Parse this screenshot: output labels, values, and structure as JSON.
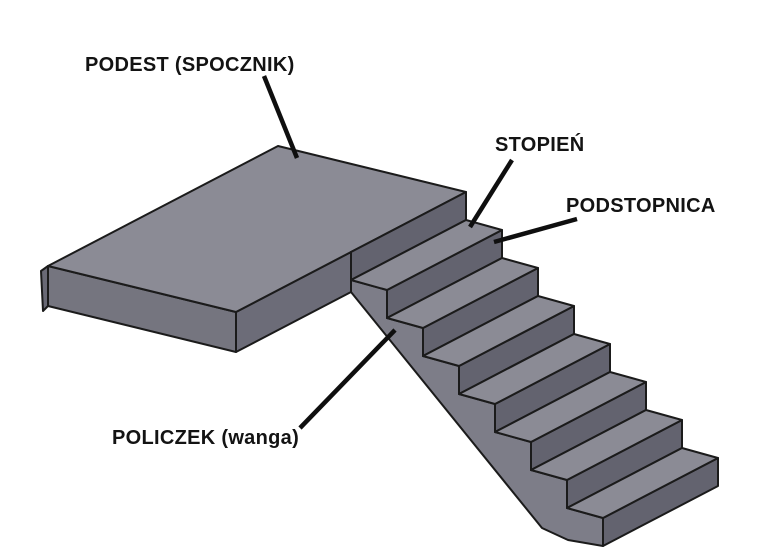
{
  "diagram": {
    "labels": {
      "podest": "PODEST (SPOCZNIK)",
      "stopien": "STOPIEŃ",
      "podstopnica": "PODSTOPNICA",
      "policzek": "POLICZEK (wanga)"
    },
    "colors": {
      "background": "#ffffff",
      "outline": "#1b1b1b",
      "leader": "#0f0f0f",
      "text": "#131313",
      "face_top": "#8b8b95",
      "face_riser": "#63636f",
      "face_stringer": "#7d7d88",
      "face_slab_front": "#75757f",
      "face_slab_end": "#6c6c78",
      "face_slab_side": "#696975"
    }
  }
}
